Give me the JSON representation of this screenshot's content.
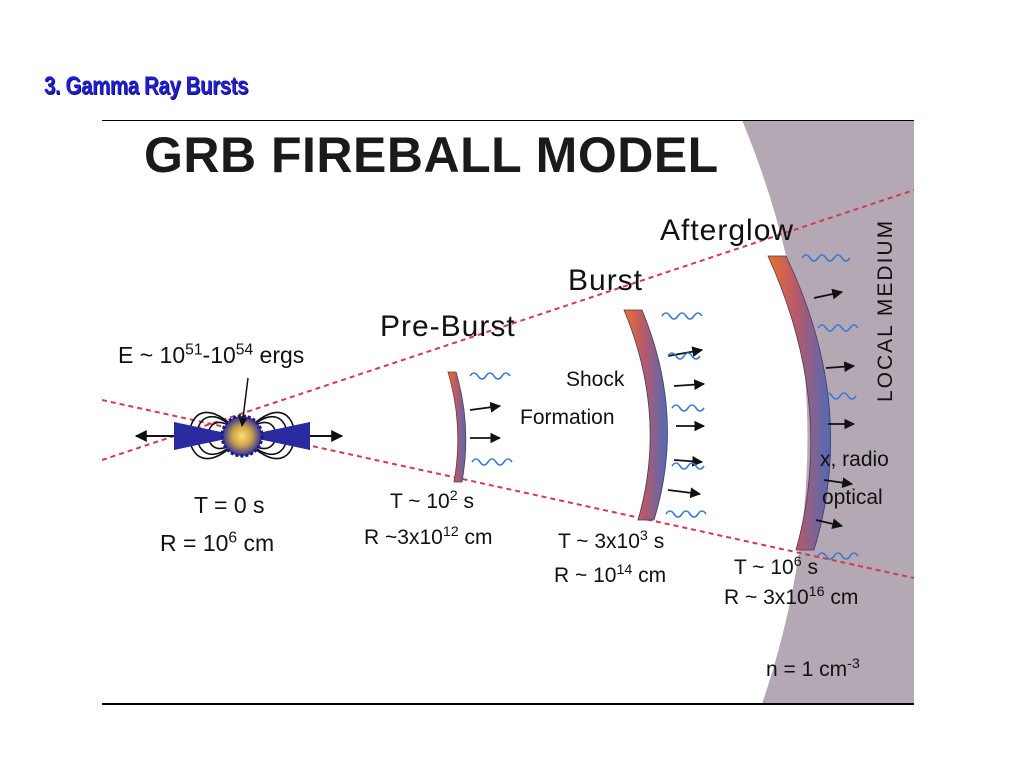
{
  "slide": {
    "title": "3. Gamma Ray Bursts"
  },
  "diagram": {
    "title": "GRB FIREBALL MODEL",
    "medium_label": "LOCAL MEDIUM",
    "energy": {
      "prefix": "E ~ 10",
      "exp1": "51",
      "mid": "-10",
      "exp2": "54",
      "suffix": " ergs"
    },
    "stages": [
      {
        "name": "",
        "t_prefix": "T = 0 s",
        "t_exp": "",
        "t_suffix": "",
        "r_prefix": "R = 10",
        "r_exp": "6",
        "r_suffix": " cm"
      },
      {
        "name": "Pre-Burst",
        "t_prefix": "T ~ 10",
        "t_exp": "2",
        "t_suffix": " s",
        "r_prefix": "R ~3x10",
        "r_exp": "12",
        "r_suffix": " cm"
      },
      {
        "name": "Burst",
        "t_prefix": "T ~ 3x10",
        "t_exp": "3",
        "t_suffix": " s",
        "r_prefix": "R ~ 10",
        "r_exp": "14",
        "r_suffix": " cm"
      },
      {
        "name": "Afterglow",
        "t_prefix": "T ~ 10",
        "t_exp": "6",
        "t_suffix": " s",
        "r_prefix": "R ~ 3x10",
        "r_exp": "16",
        "r_suffix": " cm"
      }
    ],
    "shock_line1": "Shock",
    "shock_line2": "Formation",
    "emission_line1": "x, radio",
    "emission_line2": "optical",
    "density": {
      "prefix": "n = 1 cm",
      "exp": "-3"
    },
    "colors": {
      "title": "#1f1fcf",
      "cone_lines": "#d23b4a",
      "medium": "#b3a8b4",
      "shell_orange": "#e8732a",
      "shell_blue": "#5a72b8",
      "wavy": "#3a7ad0"
    }
  }
}
